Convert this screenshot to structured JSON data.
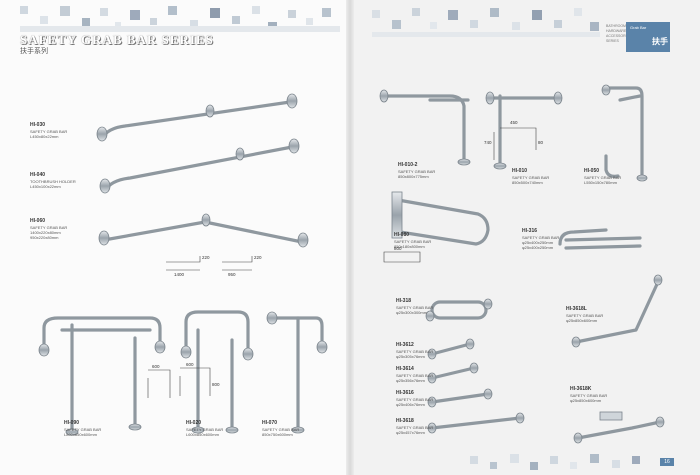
{
  "header": {
    "title": "SAFETY GRAB BAR SERIES",
    "subtitle": "扶手系列",
    "tag_small": "Grab Bar",
    "tag_main": "扶手",
    "tag_small_lines": [
      "BATHROOM HARDWARE",
      "ACCESSORIES",
      "SERIES"
    ]
  },
  "colors": {
    "accent": "#5a83a9",
    "steel": "#9aa3ab"
  },
  "products": [
    {
      "id": "hi030",
      "code": "HI-030",
      "lines": [
        "SAFETY GRAB BAR",
        "L450x80x22mm"
      ]
    },
    {
      "id": "hi040",
      "code": "HI-040",
      "lines": [
        "TOOTHBRUSH HOLDER",
        "L450x100x22mm"
      ]
    },
    {
      "id": "hi060",
      "code": "HI-060",
      "lines": [
        "SAFETY GRAB BAR",
        "1400x220x80mm",
        "950x220x80mm"
      ]
    },
    {
      "id": "hi090",
      "code": "HI-090",
      "lines": [
        "SAFETY GRAB BAR",
        "L800x850x600mm"
      ]
    },
    {
      "id": "hi020",
      "code": "HI-020",
      "lines": [
        "SAFETY GRAB BAR",
        "L600x850x600mm"
      ]
    },
    {
      "id": "hi070",
      "code": "HI-070",
      "lines": [
        "SAFETY GRAB BAR",
        "850x750x600mm"
      ]
    },
    {
      "id": "hi0102",
      "code": "HI-010-2",
      "lines": [
        "SAFETY GRAB BAR",
        "850x800x775mm"
      ]
    },
    {
      "id": "hi010",
      "code": "HI-010",
      "lines": [
        "SAFETY GRAB BAR",
        "850x500x740mm"
      ]
    },
    {
      "id": "hi050",
      "code": "HI-050",
      "lines": [
        "SAFETY GRAB BAR",
        "L550x150x780mm"
      ]
    },
    {
      "id": "hi080",
      "code": "HI-080",
      "lines": [
        "SAFETY GRAB BAR",
        "850x180x800mm"
      ]
    },
    {
      "id": "hi316",
      "code": "HI-316",
      "lines": [
        "SAFETY GRAB BAR",
        "φ25x400x250mm",
        "φ25x400x250mm"
      ]
    },
    {
      "id": "hi318",
      "code": "HI-318",
      "lines": [
        "SAFETY GRAB BAR",
        "φ25x300x300mm"
      ]
    },
    {
      "id": "hi3618l",
      "code": "HI-3618L",
      "lines": [
        "SAFETY GRAB BAR",
        "φ25x850x600mm"
      ]
    },
    {
      "id": "hi3612",
      "code": "HI-3612",
      "lines": [
        "SAFETY GRAB BAR",
        "φ25x305x76mm"
      ]
    },
    {
      "id": "hi3614",
      "code": "HI-3614",
      "lines": [
        "SAFETY GRAB BAR",
        "φ25x356x76mm"
      ]
    },
    {
      "id": "hi3616",
      "code": "HI-3616",
      "lines": [
        "SAFETY GRAB BAR",
        "φ25x406x76mm"
      ]
    },
    {
      "id": "hi3618",
      "code": "HI-3618",
      "lines": [
        "SAFETY GRAB BAR",
        "φ25x457x76mm"
      ]
    },
    {
      "id": "hi3618k",
      "code": "HI-3618K",
      "lines": [
        "SAFETY GRAB BAR",
        "φ25x850x600mm"
      ]
    }
  ],
  "dimensions": {
    "hi060_a_width": "1400",
    "hi060_a_height": "220",
    "hi060_b_width": "950",
    "hi060_b_height": "220",
    "hi010_width": "450",
    "hi010_height_a": "740",
    "hi010_height_b": "80",
    "hi080_width": "800",
    "hi090_width": "600",
    "hi020_width": "600",
    "hi020_height": "800"
  },
  "page_number": "16"
}
